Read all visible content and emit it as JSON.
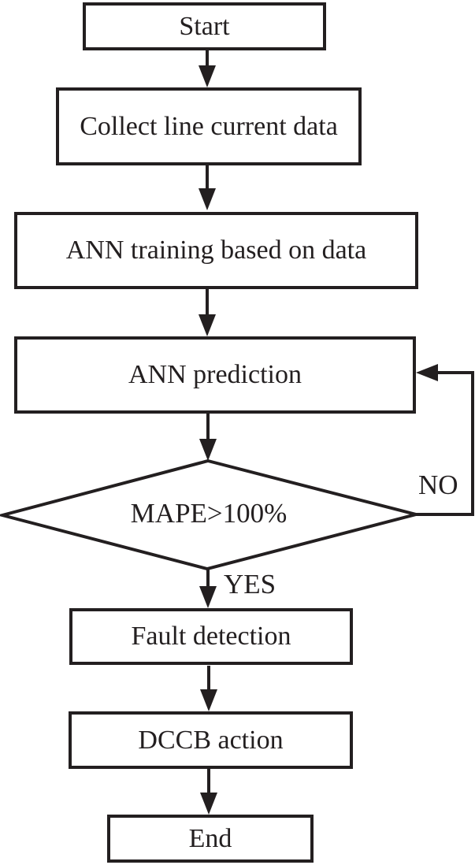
{
  "flowchart": {
    "type": "flowchart",
    "colors": {
      "stroke": "#231f20",
      "node_fill": "#ffffff",
      "background": "#ffffff",
      "text": "#231f20"
    },
    "nodes": [
      {
        "id": "start",
        "shape": "rect",
        "label": "Start"
      },
      {
        "id": "collect-data",
        "shape": "rect",
        "label": "Collect line current data"
      },
      {
        "id": "ann-training",
        "shape": "rect",
        "label": "ANN training based on data"
      },
      {
        "id": "ann-prediction",
        "shape": "rect",
        "label": "ANN prediction"
      },
      {
        "id": "mape-decision",
        "shape": "diamond",
        "label": "MAPE>100%"
      },
      {
        "id": "fault-detection",
        "shape": "rect",
        "label": "Fault detection"
      },
      {
        "id": "dccb-action",
        "shape": "rect",
        "label": "DCCB action"
      },
      {
        "id": "end",
        "shape": "rect",
        "label": "End"
      }
    ],
    "edges": [
      {
        "from": "start",
        "to": "collect-data",
        "label": ""
      },
      {
        "from": "collect-data",
        "to": "ann-training",
        "label": ""
      },
      {
        "from": "ann-training",
        "to": "ann-prediction",
        "label": ""
      },
      {
        "from": "ann-prediction",
        "to": "mape-decision",
        "label": ""
      },
      {
        "from": "mape-decision",
        "to": "fault-detection",
        "label": "YES"
      },
      {
        "from": "mape-decision",
        "to": "ann-prediction",
        "label": "NO"
      },
      {
        "from": "fault-detection",
        "to": "dccb-action",
        "label": ""
      },
      {
        "from": "dccb-action",
        "to": "end",
        "label": ""
      }
    ]
  }
}
